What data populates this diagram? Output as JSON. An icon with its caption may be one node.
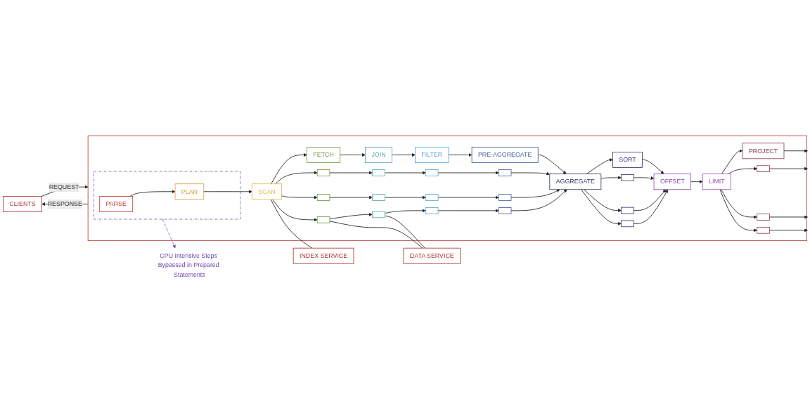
{
  "diagram": {
    "nodes": [
      {
        "text": [
          "CLIENTS"
        ]
      },
      {
        "text": [
          "CPU Intensive Steps Bypassed in Prepared Statements"
        ]
      },
      {
        "text": [],
        "shape": "box"
      },
      {
        "text": [],
        "shape": "box",
        "in": 2
      },
      {
        "text": [
          "PARSE"
        ],
        "in": 3
      },
      {
        "text": [
          "PLAN"
        ],
        "in": 3
      },
      {
        "text": [
          "SCAN"
        ],
        "in": 2
      },
      {
        "text": [
          "FETCH"
        ],
        "in": 2
      },
      {
        "text": [],
        "shape": "box",
        "in": 2
      },
      {
        "text": [],
        "shape": "box",
        "in": 2
      },
      {
        "text": [],
        "shape": "box",
        "in": 2
      },
      {
        "text": [
          "JOIN"
        ],
        "in": 2
      },
      {
        "text": [],
        "shape": "box",
        "in": 2
      },
      {
        "text": [],
        "shape": "box",
        "in": 2
      },
      {
        "text": [],
        "shape": "box",
        "in": 2
      },
      {
        "text": [
          "FILTER"
        ],
        "in": 2
      },
      {
        "text": [],
        "shape": "box",
        "in": 2
      },
      {
        "text": [],
        "shape": "box",
        "in": 2
      },
      {
        "text": [],
        "shape": "box",
        "in": 2
      },
      {
        "text": [
          "PRE-AGGREGATE"
        ],
        "in": 2
      },
      {
        "text": [],
        "shape": "box",
        "in": 2
      },
      {
        "text": [],
        "shape": "box",
        "in": 2
      },
      {
        "text": [],
        "shape": "box",
        "in": 2
      },
      {
        "text": [
          "AGGREGATE"
        ],
        "in": 2
      },
      {
        "text": [
          "SORT"
        ],
        "in": 2
      },
      {
        "text": [],
        "shape": "box",
        "in": 2
      },
      {
        "text": [],
        "shape": "box",
        "in": 2
      },
      {
        "text": [],
        "shape": "box",
        "in": 2
      },
      {
        "text": [
          "OFFSET"
        ],
        "in": 2
      },
      {
        "text": [
          "LIMIT"
        ],
        "in": 2
      },
      {
        "text": [
          "PROJECT"
        ],
        "in": 2
      },
      {
        "text": [],
        "shape": "box",
        "in": 2
      },
      {
        "text": [],
        "shape": "box",
        "in": 2
      },
      {
        "text": [],
        "shape": "box",
        "in": 2
      },
      {
        "text": [
          "INDEX SERVICE"
        ]
      },
      {
        "text": [
          "DATA SERVICE"
        ]
      }
    ],
    "edges": [
      {
        "from": 0,
        "to": 2,
        "arrow": "to",
        "label": "REQUEST"
      },
      {
        "from": 2,
        "to": 0,
        "arrow": "to",
        "label": "RESPONSE"
      },
      {
        "from": 3,
        "to": 1,
        "arrow": "to",
        "style": "dashed",
        "color": "#7048b0"
      },
      {
        "from": 4,
        "to": 5,
        "arrow": "to"
      },
      {
        "from": 5,
        "to": 6,
        "arrow": "to"
      },
      {
        "from": 6,
        "to": 7,
        "arrow": "to"
      },
      {
        "from": 6,
        "to": 8,
        "arrow": "to"
      },
      {
        "from": 6,
        "to": 9,
        "arrow": "to"
      },
      {
        "from": 6,
        "to": 10,
        "arrow": "to"
      },
      {
        "from": 7,
        "to": 11,
        "arrow": "to"
      },
      {
        "from": 8,
        "to": 12,
        "arrow": "to"
      },
      {
        "from": 9,
        "to": 13,
        "arrow": "to"
      },
      {
        "from": 10,
        "to": 14,
        "arrow": "to"
      },
      {
        "from": 11,
        "to": 15,
        "arrow": "to"
      },
      {
        "from": 12,
        "to": 16,
        "arrow": "to"
      },
      {
        "from": 13,
        "to": 17,
        "arrow": "to"
      },
      {
        "from": 14,
        "to": 18,
        "arrow": "to"
      },
      {
        "from": 15,
        "to": 19,
        "arrow": "to"
      },
      {
        "from": 16,
        "to": 20,
        "arrow": "to"
      },
      {
        "from": 17,
        "to": 21,
        "arrow": "to"
      },
      {
        "from": 18,
        "to": 22,
        "arrow": "to"
      },
      {
        "from": 19,
        "to": 23,
        "arrow": "to"
      },
      {
        "from": 20,
        "to": 23,
        "arrow": "to"
      },
      {
        "from": 21,
        "to": 23,
        "arrow": "to"
      },
      {
        "from": 22,
        "to": 23,
        "arrow": "to"
      },
      {
        "from": 23,
        "to": 24,
        "arrow": "to"
      },
      {
        "from": 23,
        "to": 25,
        "arrow": "to"
      },
      {
        "from": 23,
        "to": 26,
        "arrow": "to"
      },
      {
        "from": 23,
        "to": 27,
        "arrow": "to"
      },
      {
        "from": 24,
        "to": 28,
        "arrow": "to"
      },
      {
        "from": 25,
        "to": 28,
        "arrow": "to"
      },
      {
        "from": 26,
        "to": 28,
        "arrow": "to"
      },
      {
        "from": 27,
        "to": 28,
        "arrow": "to"
      },
      {
        "from": 28,
        "to": 29,
        "arrow": "to"
      },
      {
        "from": 29,
        "to": 30,
        "arrow": "to"
      },
      {
        "from": 29,
        "to": 31,
        "arrow": "to"
      },
      {
        "from": 29,
        "to": 32,
        "arrow": "to"
      },
      {
        "from": 29,
        "to": 33,
        "arrow": "to"
      },
      {
        "from": 30,
        "to": 2,
        "arrow": "to"
      },
      {
        "from": 31,
        "to": 2,
        "arrow": "to"
      },
      {
        "from": 32,
        "to": 2,
        "arrow": "to"
      },
      {
        "from": 33,
        "to": 2,
        "arrow": "to"
      },
      {
        "from": 6,
        "to": 34,
        "arrow": "none"
      },
      {
        "from": 10,
        "to": 35,
        "arrow": "none"
      },
      {
        "from": 14,
        "to": 35,
        "arrow": "none"
      }
    ]
  }
}
